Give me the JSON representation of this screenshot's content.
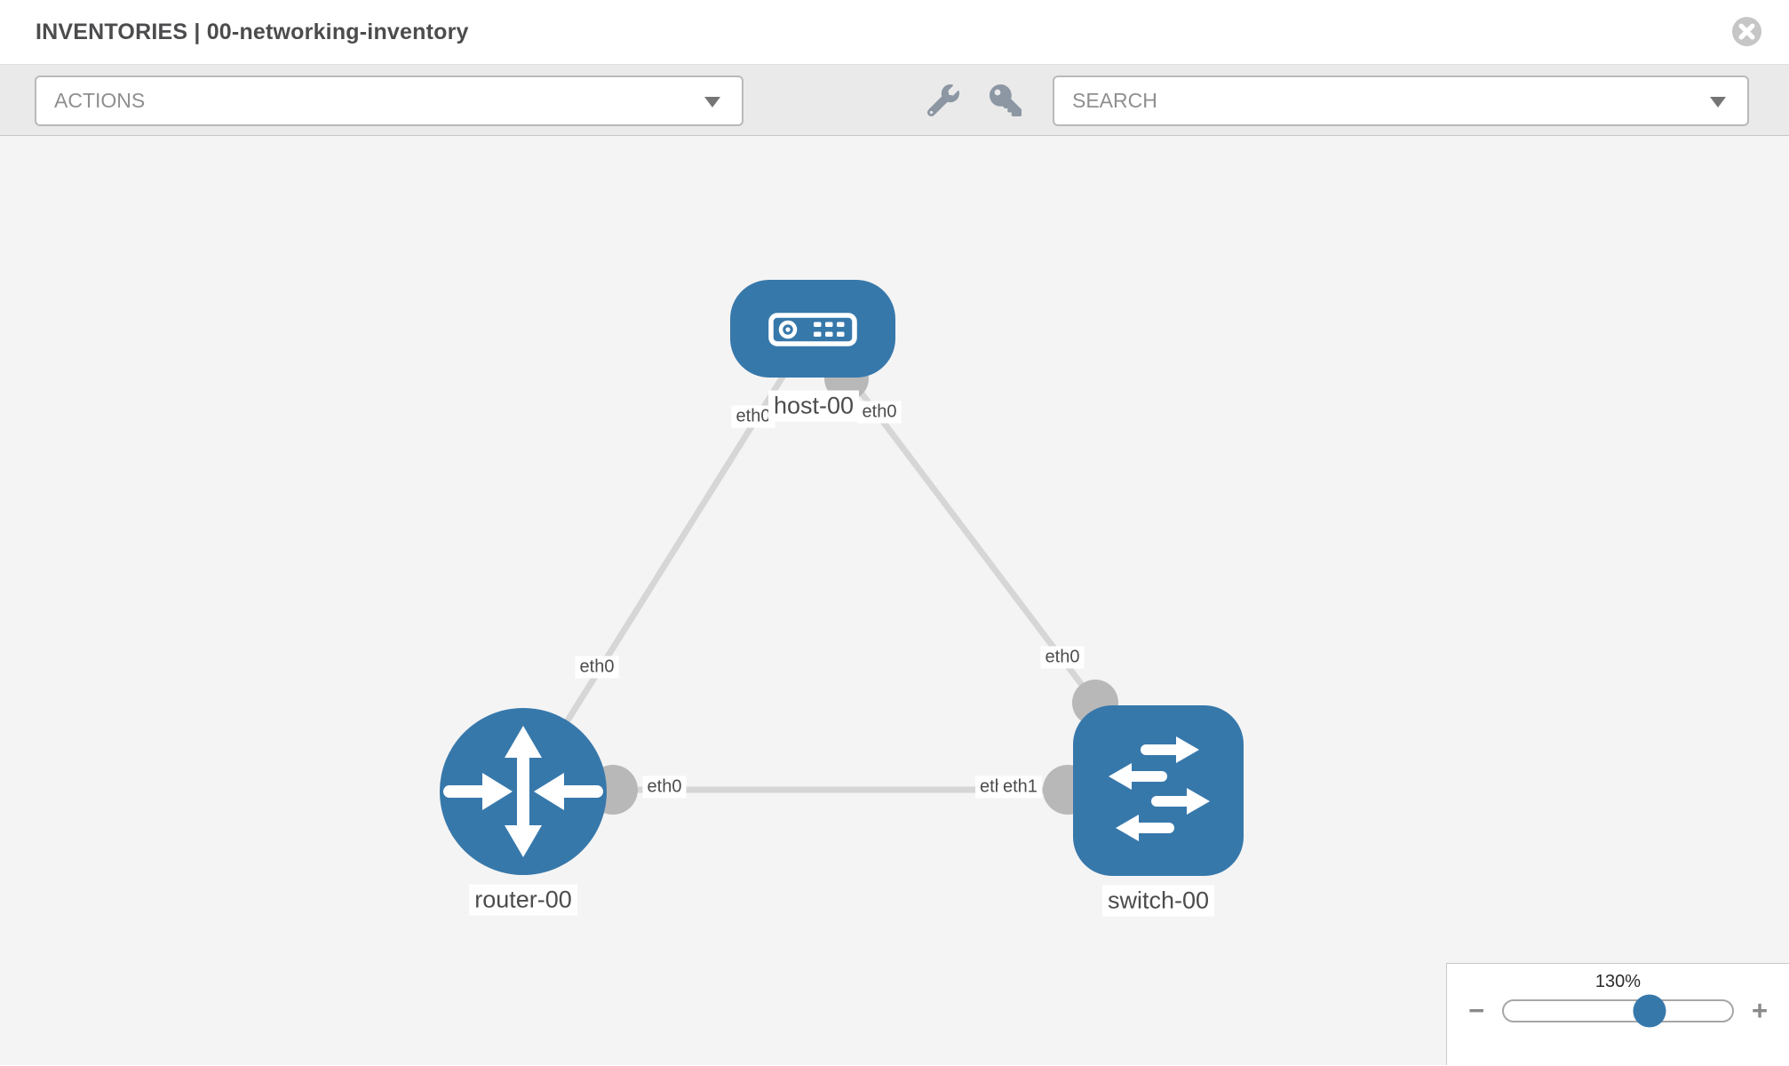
{
  "header": {
    "title": "INVENTORIES | 00-networking-inventory"
  },
  "toolbar": {
    "actions_label": "ACTIONS",
    "search_label": "SEARCH"
  },
  "topology": {
    "nodes": [
      {
        "name": "host-00",
        "type": "host"
      },
      {
        "name": "router-00",
        "type": "router"
      },
      {
        "name": "switch-00",
        "type": "switch"
      }
    ],
    "links": [
      {
        "from": "host-00",
        "from_interface": "eth0",
        "to": "router-00",
        "to_interface": "eth0"
      },
      {
        "from": "host-00",
        "from_interface": "eth0",
        "to": "switch-00",
        "to_interface": "eth0"
      },
      {
        "from": "router-00",
        "from_interface": "eth0",
        "to": "switch-00",
        "to_interface": "eth1",
        "to_interface_overlapped": "eth0"
      }
    ]
  },
  "zoom_control": {
    "level": "130%",
    "zoom_out_label": "−",
    "zoom_in_label": "+"
  },
  "colors": {
    "node_blue": "#3778ab",
    "link_gray": "#d6d6d6",
    "port_gray": "#b8b8b8",
    "canvas_bg": "#f4f4f4",
    "toolbar_bg": "#eaeaea",
    "label_text": "#4c4c4c"
  }
}
